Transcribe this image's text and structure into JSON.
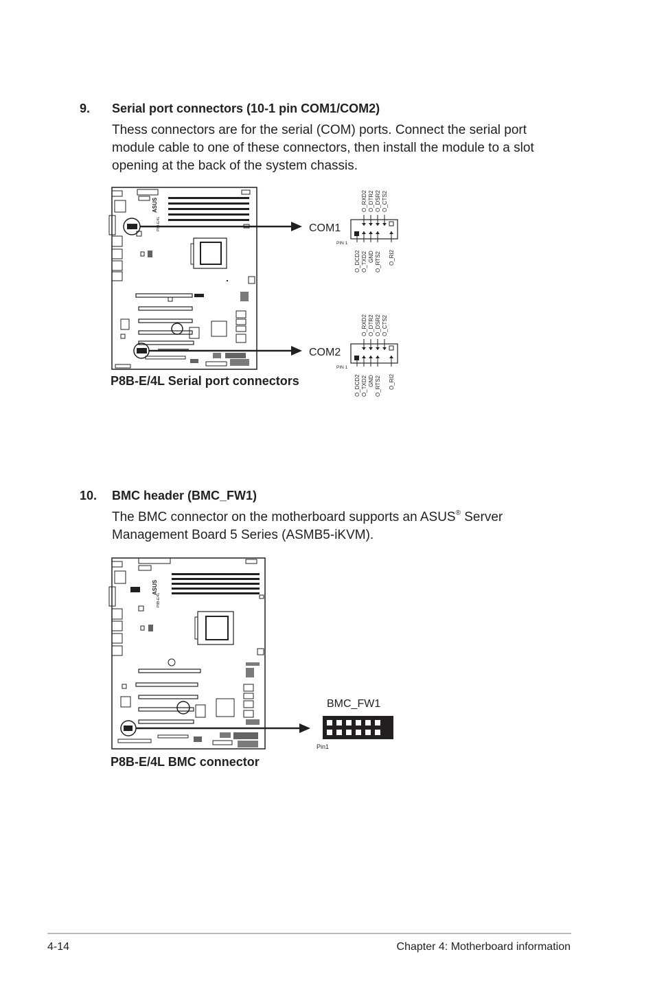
{
  "section9": {
    "number": "9.",
    "title": "Serial port connectors (10-1 pin COM1/COM2)",
    "body": "Thess connectors are for the serial (COM) ports. Connect the serial port module cable to one of these connectors, then install the module to a slot opening at the back of the system chassis.",
    "caption": "P8B-E/4L Serial port connectors",
    "board_model": "P8B-E/4L",
    "board_brand": "ASUS",
    "com1_label": "COM1",
    "com2_label": "COM2",
    "pin_label": "PIN 1",
    "top_pins": [
      "O_RXD2",
      "O_DTR2",
      "O_DSR2",
      "O_CTS2"
    ],
    "bottom_pins": [
      "O_DCD2",
      "O_TXD2",
      "GND",
      "O_RTS2",
      "O_RI2"
    ]
  },
  "section10": {
    "number": "10.",
    "title": "BMC header (BMC_FW1)",
    "body_before": "The BMC connector on the motherboard supports an ASUS",
    "body_sup": "®",
    "body_line1_after": " Server",
    "body_line2": "Management Board 5 Series (ASMB5-iKVM).",
    "caption": "P8B-E/4L BMC connector",
    "board_model": "P8B-E/4L",
    "board_brand": "ASUS",
    "header_label": "BMC_FW1",
    "pin_label": "Pin1"
  },
  "footer": {
    "page": "4-14",
    "chapter": "Chapter 4: Motherboard information"
  }
}
